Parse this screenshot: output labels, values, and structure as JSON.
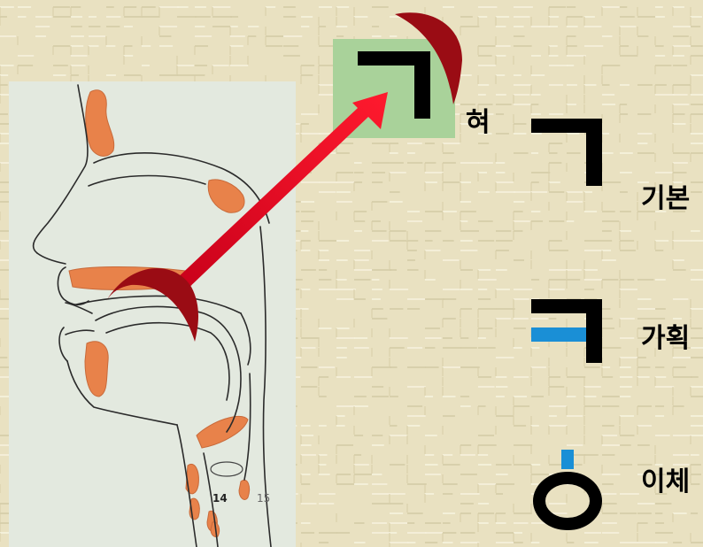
{
  "labels": {
    "tongue": "혀",
    "basic": "기본",
    "added_stroke": "가획",
    "variant": "이체",
    "anatomy_num_a": "14",
    "anatomy_num_b": "15"
  },
  "colors": {
    "background": "#e9e1c1",
    "panel": "#e3e9df",
    "highlight_box": "#a9d29a",
    "arrow": "#e0001e",
    "tongue_shape": "#9a0c14",
    "added_stroke": "#1a8fd6",
    "cavities": "#e8824a"
  },
  "icons": [
    "giyeok-glyph",
    "kieuk-glyph",
    "ieung-glyph",
    "tongue-curve-icon",
    "arrow"
  ]
}
